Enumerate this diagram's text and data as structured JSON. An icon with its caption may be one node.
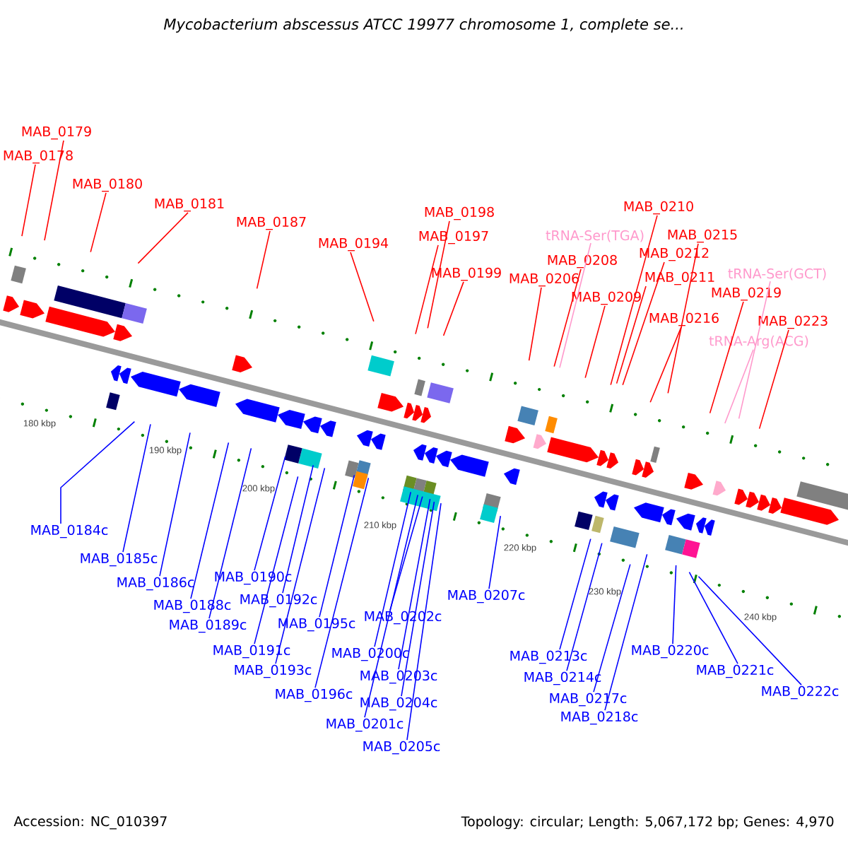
{
  "diagram": {
    "title": "Mycobacterium abscessus ATCC 19977 chromosome 1, complete se...",
    "nodes": [
      {
        "text": [
          "MAB_0179"
        ]
      },
      {
        "text": [
          "MAB_0178"
        ]
      },
      {
        "text": [
          "MAB_0180"
        ]
      },
      {
        "text": [
          "MAB_0181"
        ]
      },
      {
        "text": [
          "MAB_0187"
        ]
      },
      {
        "text": [
          "MAB_0194"
        ]
      },
      {
        "text": [
          "MAB_0198"
        ]
      },
      {
        "text": [
          "MAB_0197"
        ]
      },
      {
        "text": [
          "MAB_0199"
        ]
      },
      {
        "text": [
          "MAB_0206"
        ]
      },
      {
        "text": [
          "tRNA-Ser(TGA)"
        ]
      },
      {
        "text": [
          "MAB_0208"
        ]
      },
      {
        "text": [
          "MAB_0209"
        ]
      },
      {
        "text": [
          "MAB_0210"
        ]
      },
      {
        "text": [
          "MAB_0211"
        ]
      },
      {
        "text": [
          "MAB_0212"
        ]
      },
      {
        "text": [
          "MAB_0215"
        ]
      },
      {
        "text": [
          "MAB_0216"
        ]
      },
      {
        "text": [
          "tRNA-Ser(GCT)"
        ]
      },
      {
        "text": [
          "MAB_0219"
        ]
      },
      {
        "text": [
          "tRNA-Arg(ACG)"
        ]
      },
      {
        "text": [
          "MAB_0223"
        ]
      },
      {
        "text": [
          "MAB_0184c"
        ]
      },
      {
        "text": [
          "MAB_0185c"
        ]
      },
      {
        "text": [
          "MAB_0186c"
        ]
      },
      {
        "text": [
          "MAB_0188c"
        ]
      },
      {
        "text": [
          "MAB_0189c"
        ]
      },
      {
        "text": [
          "MAB_0190c"
        ]
      },
      {
        "text": [
          "MAB_0191c"
        ]
      },
      {
        "text": [
          "MAB_0192c"
        ]
      },
      {
        "text": [
          "MAB_0193c"
        ]
      },
      {
        "text": [
          "MAB_0195c"
        ]
      },
      {
        "text": [
          "MAB_0196c"
        ]
      },
      {
        "text": [
          "MAB_0200c"
        ]
      },
      {
        "text": [
          "MAB_0201c"
        ]
      },
      {
        "text": [
          "MAB_0202c"
        ]
      },
      {
        "text": [
          "MAB_0203c"
        ]
      },
      {
        "text": [
          "MAB_0204c"
        ]
      },
      {
        "text": [
          "MAB_0205c"
        ]
      },
      {
        "text": [
          "MAB_0207c"
        ]
      },
      {
        "text": [
          "MAB_0213c"
        ]
      },
      {
        "text": [
          "MAB_0214c"
        ]
      },
      {
        "text": [
          "MAB_0217c"
        ]
      },
      {
        "text": [
          "MAB_0218c"
        ]
      },
      {
        "text": [
          "MAB_0220c"
        ]
      },
      {
        "text": [
          "MAB_0221c"
        ]
      },
      {
        "text": [
          "MAB_0222c"
        ]
      }
    ],
    "edges": [
      {
        "from": 0,
        "to": null,
        "arrow": "none",
        "color": "#ff0000"
      },
      {
        "from": 1,
        "to": null,
        "arrow": "none",
        "color": "#ff0000"
      },
      {
        "from": 2,
        "to": null,
        "arrow": "none",
        "color": "#ff0000"
      },
      {
        "from": 3,
        "to": null,
        "arrow": "none",
        "color": "#ff0000"
      },
      {
        "from": 4,
        "to": null,
        "arrow": "none",
        "color": "#ff0000"
      },
      {
        "from": 5,
        "to": null,
        "arrow": "none",
        "color": "#ff0000"
      },
      {
        "from": 6,
        "to": null,
        "arrow": "none",
        "color": "#ff0000"
      },
      {
        "from": 7,
        "to": null,
        "arrow": "none",
        "color": "#ff0000"
      },
      {
        "from": 8,
        "to": null,
        "arrow": "none",
        "color": "#ff0000"
      },
      {
        "from": 9,
        "to": null,
        "arrow": "none",
        "color": "#ff0000"
      },
      {
        "from": 10,
        "to": null,
        "arrow": "none",
        "color": "#ff99cc"
      },
      {
        "from": 11,
        "to": null,
        "arrow": "none",
        "color": "#ff0000"
      },
      {
        "from": 12,
        "to": null,
        "arrow": "none",
        "color": "#ff0000"
      },
      {
        "from": 13,
        "to": null,
        "arrow": "none",
        "color": "#ff0000"
      },
      {
        "from": 14,
        "to": null,
        "arrow": "none",
        "color": "#ff0000"
      },
      {
        "from": 15,
        "to": null,
        "arrow": "none",
        "color": "#ff0000"
      },
      {
        "from": 16,
        "to": null,
        "arrow": "none",
        "color": "#ff0000"
      },
      {
        "from": 17,
        "to": null,
        "arrow": "none",
        "color": "#ff0000"
      },
      {
        "from": 18,
        "to": null,
        "arrow": "none",
        "color": "#ff99cc"
      },
      {
        "from": 19,
        "to": null,
        "arrow": "none",
        "color": "#ff0000"
      },
      {
        "from": 20,
        "to": null,
        "arrow": "none",
        "color": "#ff99cc"
      },
      {
        "from": 21,
        "to": null,
        "arrow": "none",
        "color": "#ff0000"
      },
      {
        "from": 22,
        "to": null,
        "arrow": "none"
      },
      {
        "from": 23,
        "to": null,
        "arrow": "none"
      },
      {
        "from": 24,
        "to": null,
        "arrow": "none"
      },
      {
        "from": 25,
        "to": null,
        "arrow": "none"
      },
      {
        "from": 26,
        "to": null,
        "arrow": "none"
      },
      {
        "from": 27,
        "to": null,
        "arrow": "none"
      },
      {
        "from": 28,
        "to": null,
        "arrow": "none"
      },
      {
        "from": 29,
        "to": null,
        "arrow": "none"
      },
      {
        "from": 30,
        "to": null,
        "arrow": "none"
      },
      {
        "from": 31,
        "to": null,
        "arrow": "none"
      },
      {
        "from": 32,
        "to": null,
        "arrow": "none"
      },
      {
        "from": 33,
        "to": null,
        "arrow": "none"
      },
      {
        "from": 34,
        "to": null,
        "arrow": "none"
      },
      {
        "from": 35,
        "to": null,
        "arrow": "none"
      },
      {
        "from": 36,
        "to": null,
        "arrow": "none"
      },
      {
        "from": 37,
        "to": null,
        "arrow": "none"
      },
      {
        "from": 38,
        "to": null,
        "arrow": "none"
      },
      {
        "from": 39,
        "to": null,
        "arrow": "none"
      },
      {
        "from": 40,
        "to": null,
        "arrow": "none"
      },
      {
        "from": 41,
        "to": null,
        "arrow": "none"
      },
      {
        "from": 42,
        "to": null,
        "arrow": "none"
      },
      {
        "from": 43,
        "to": null,
        "arrow": "none"
      },
      {
        "from": 44,
        "to": null,
        "arrow": "none"
      },
      {
        "from": 45,
        "to": null,
        "arrow": "none"
      },
      {
        "from": 46,
        "to": null,
        "arrow": "none"
      }
    ],
    "labels": [
      "180 kbp",
      "190 kbp",
      "200 kbp",
      "210 kbp",
      "220 kbp",
      "230 kbp",
      "240 kbp",
      "Accession: NC_010397",
      "Topology: circular; Length: 5,067,172 bp; Genes: 4,970"
    ]
  }
}
